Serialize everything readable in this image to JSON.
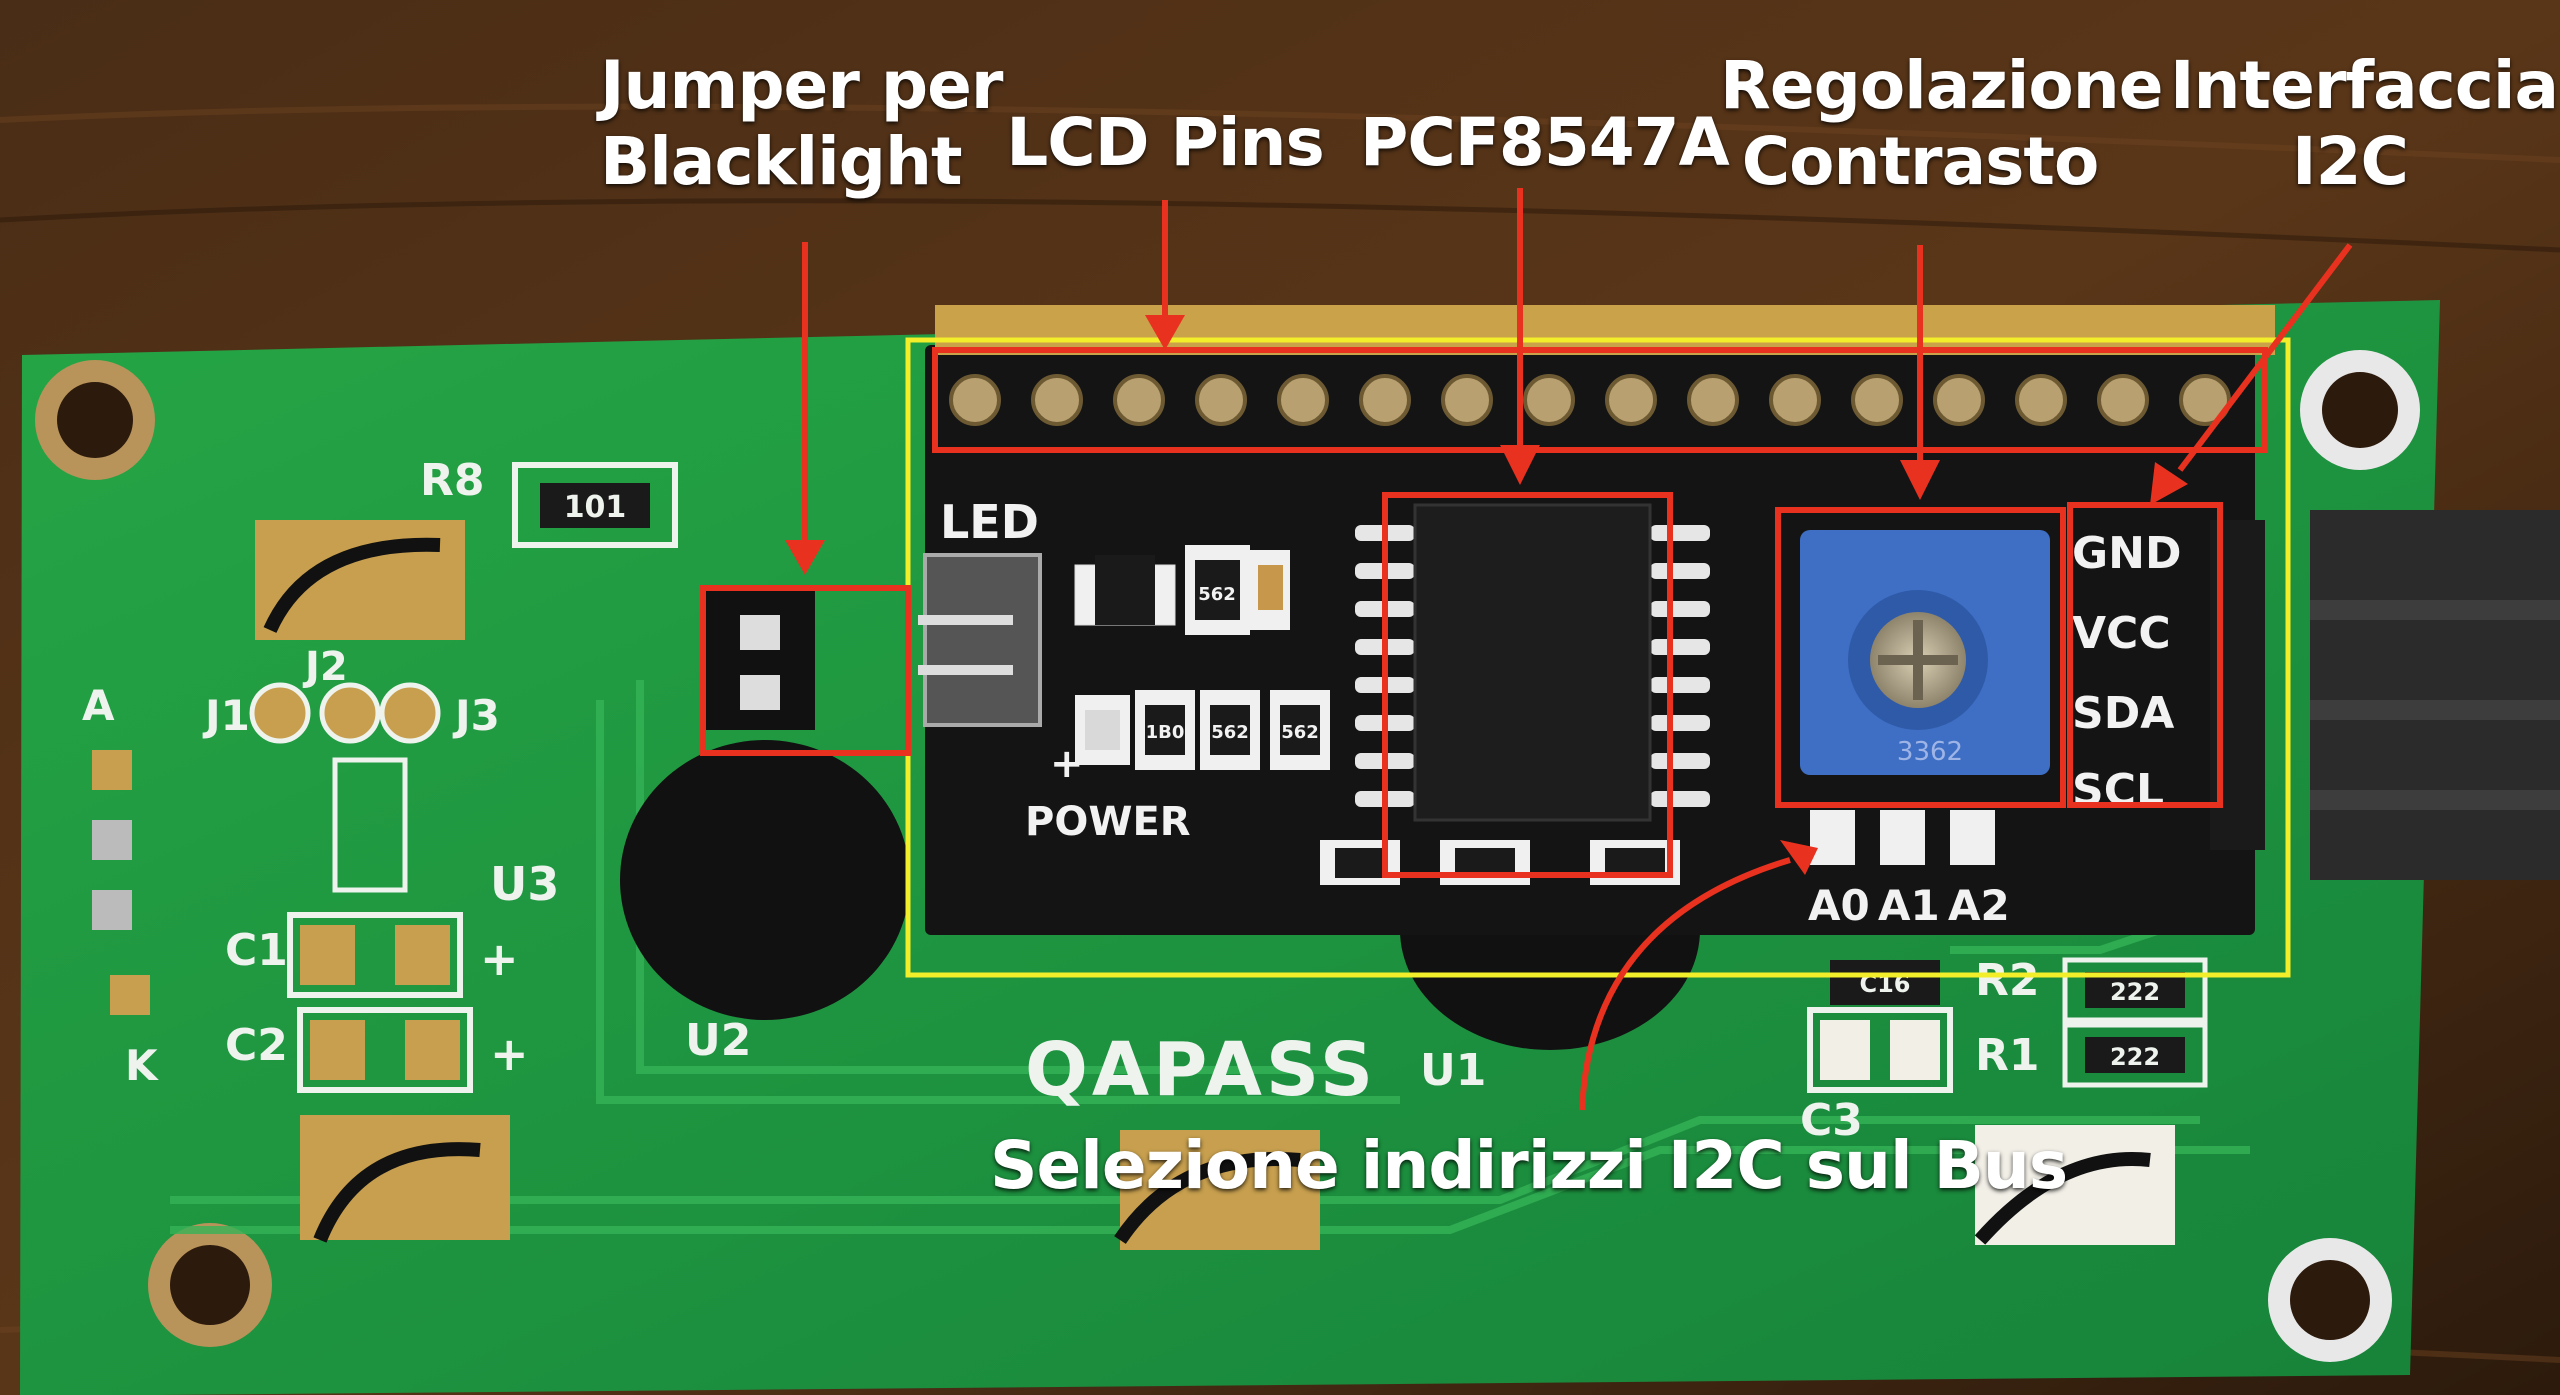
{
  "callouts": {
    "jumper": [
      "Jumper per",
      "Blacklight"
    ],
    "lcd_pins": "LCD Pins",
    "chip": "PCF8547A",
    "contrast": [
      "Regolazione",
      "Contrasto"
    ],
    "i2c_interface": [
      "Interfaccia",
      "I2C"
    ],
    "address_select": "Selezione indirizzi I2C sul Bus"
  },
  "board_silkscreen": {
    "brand": "QAPASS",
    "led": "LED",
    "power": "POWER",
    "pins": [
      "GND",
      "VCC",
      "SDA",
      "SCL"
    ],
    "address_pads": [
      "A0",
      "A1",
      "A2"
    ],
    "refs": [
      "R8",
      "J1",
      "J2",
      "J3",
      "U3",
      "C1",
      "C2",
      "U2",
      "U1",
      "C3",
      "R2",
      "R1",
      "A",
      "K"
    ],
    "resistor_codes": [
      "101",
      "562",
      "1B0",
      "222",
      "C16"
    ],
    "pot_code": "3362"
  },
  "colors": {
    "annotation_red": "#e8321f",
    "outline_yellow": "#f2ee2a",
    "pcb_green": "#1f9a3c",
    "module_black": "#141414",
    "wood": "#3a2412",
    "pot_blue": "#3e6fc4"
  }
}
